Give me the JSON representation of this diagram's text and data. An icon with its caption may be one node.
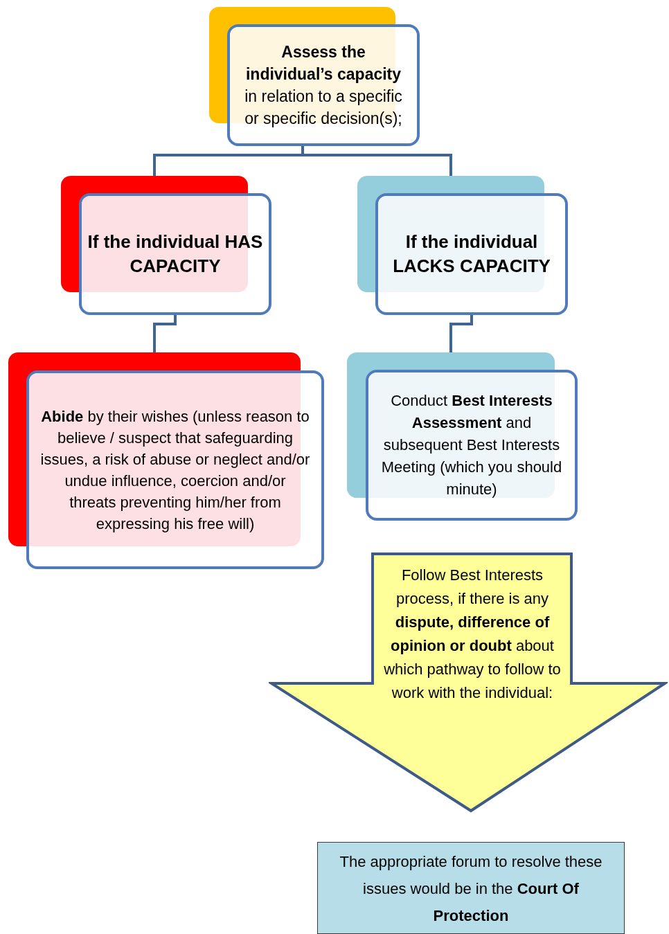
{
  "diagram": {
    "nodes": [
      {
        "text": [
          "**Assess the individual’s capacity** in relation to a specific or specific decision(s);"
        ]
      },
      {
        "text": [
          "If the individual HAS CAPACITY"
        ]
      },
      {
        "text": [
          "If the individual LACKS CAPACITY"
        ]
      },
      {
        "text": [
          "**Abide** by their wishes (unless reason to believe / suspect that safeguarding issues, a risk of abuse or neglect and/or undue influence, coercion and/or threats preventing him/her from expressing his free will)"
        ]
      },
      {
        "text": [
          "Conduct **Best Interests Assessment** and subsequent Best Interests Meeting (which you should minute)"
        ]
      },
      {
        "text": [
          "Follow Best Interests process, if there is any **dispute, difference of opinion or doubt** about which pathway to follow to work with the individual:"
        ]
      },
      {
        "text": [
          "The appropriate forum to resolve these issues would be in the **Court Of Protection**"
        ]
      }
    ],
    "edges": [
      {
        "from": 0,
        "to": 1,
        "arrow": "none"
      },
      {
        "from": 0,
        "to": 2,
        "arrow": "none"
      },
      {
        "from": 1,
        "to": 3,
        "arrow": "none"
      },
      {
        "from": 2,
        "to": 4,
        "arrow": "none"
      }
    ]
  }
}
